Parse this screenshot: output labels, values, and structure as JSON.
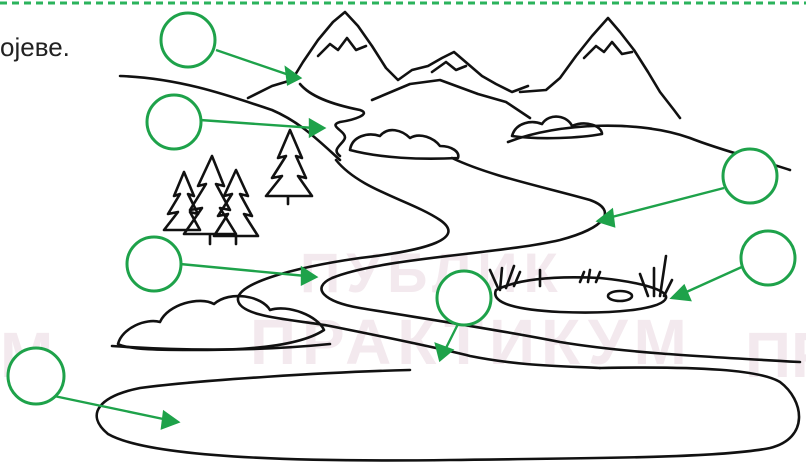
{
  "instruction_text": "ојеве.",
  "watermark": {
    "line1": "ПУБЛИК",
    "line2": "ПРАКТИКУМ",
    "side_left": "М",
    "side_right": "ПР"
  },
  "colors": {
    "answer_circle": "#1ea24a",
    "arrow": "#1ea24a",
    "line_art": "#111111",
    "border_dashes": "#2bb35c",
    "watermark": "#f3e9ee"
  },
  "answer_circles": [
    {
      "label": "",
      "points_to": "mountain-peak"
    },
    {
      "label": "",
      "points_to": "mountain-spring"
    },
    {
      "label": "",
      "points_to": "river-upper-course"
    },
    {
      "label": "",
      "points_to": "river-middle-course"
    },
    {
      "label": "",
      "points_to": "pond-marsh"
    },
    {
      "label": "",
      "points_to": "river-lower-course"
    },
    {
      "label": "",
      "points_to": "river-mouth"
    }
  ]
}
